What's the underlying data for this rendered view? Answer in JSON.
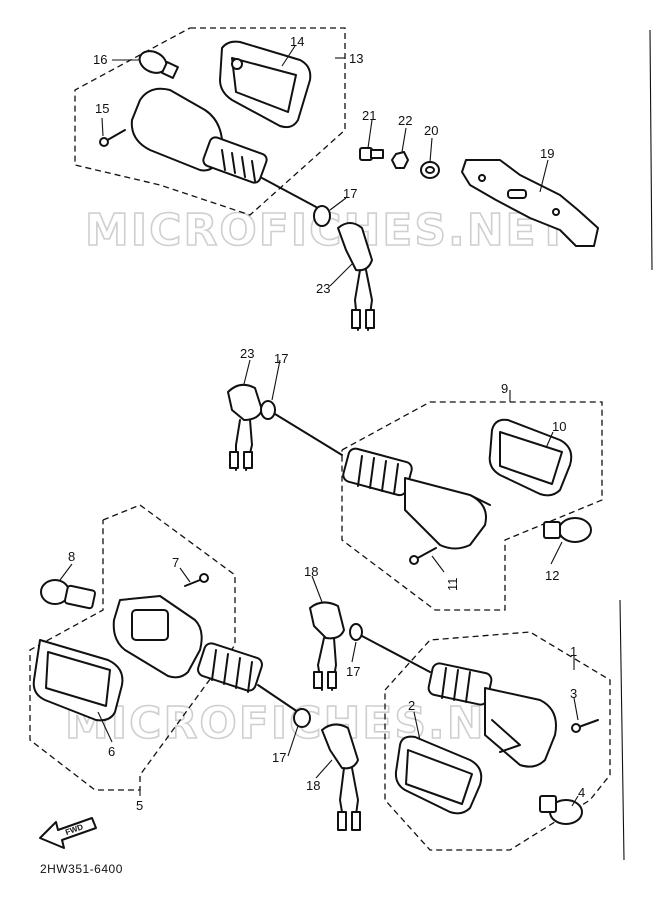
{
  "diagram_code": "2HW351-6400",
  "watermark": "MICROFICHES.NET",
  "direction_label": "FWD",
  "labels": {
    "p1": "1",
    "p2": "2",
    "p3": "3",
    "p4": "4",
    "p5": "5",
    "p6": "6",
    "p7": "7",
    "p8": "8",
    "p9": "9",
    "p10": "10",
    "p11": "11",
    "p12": "12",
    "p13": "13",
    "p14": "14",
    "p15": "15",
    "p16": "16",
    "p17a": "17",
    "p17b": "17",
    "p17c": "17",
    "p17d": "17",
    "p18a": "18",
    "p18b": "18",
    "p19": "19",
    "p20": "20",
    "p21": "21",
    "p22": "22",
    "p23a": "23",
    "p23b": "23"
  }
}
